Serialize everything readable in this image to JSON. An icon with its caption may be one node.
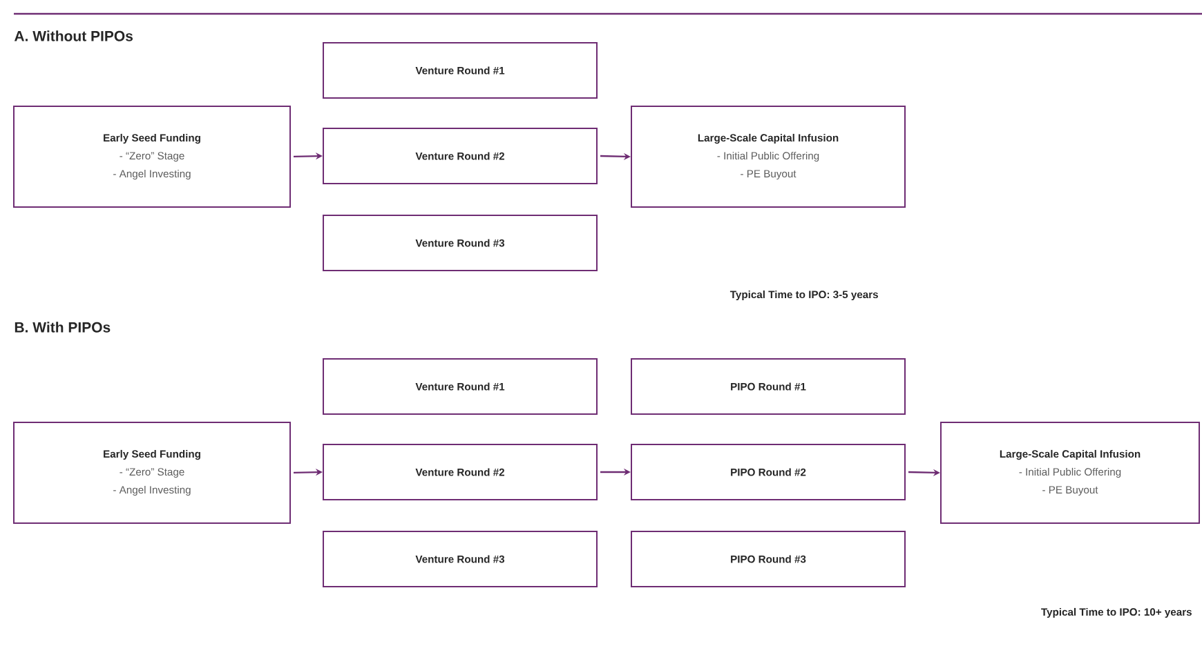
{
  "diagram": {
    "nodes": [
      {
        "text": [
          "Early Seed Funding",
          "- “Zero” Stage",
          "- Angel Investing"
        ]
      },
      {
        "text": [
          "Venture Round #1"
        ]
      },
      {
        "text": [
          "Venture Round #2"
        ]
      },
      {
        "text": [
          "Venture Round #3"
        ]
      },
      {
        "text": [
          "Large-Scale Capital Infusion",
          "- Initial Public Offering",
          "- PE Buyout"
        ]
      },
      {
        "text": [
          "Early Seed Funding",
          "- “Zero” Stage",
          "- Angel Investing"
        ]
      },
      {
        "text": [
          "Venture Round #1"
        ]
      },
      {
        "text": [
          "Venture Round #2"
        ]
      },
      {
        "text": [
          "Venture Round #3"
        ]
      },
      {
        "text": [
          "PIPO Round #1"
        ]
      },
      {
        "text": [
          "PIPO Round #2"
        ]
      },
      {
        "text": [
          "PIPO Round #3"
        ]
      },
      {
        "text": [
          "Large-Scale Capital Infusion",
          "- Initial Public Offering",
          "- PE Buyout"
        ]
      }
    ],
    "edges": [
      {
        "from": 0,
        "to": 2,
        "arrow": "to"
      },
      {
        "from": 2,
        "to": 4,
        "arrow": "to"
      },
      {
        "from": 5,
        "to": 7,
        "arrow": "to"
      },
      {
        "from": 7,
        "to": 10,
        "arrow": "to"
      },
      {
        "from": 10,
        "to": 12,
        "arrow": "to"
      }
    ],
    "labels": [
      "A. Without PIPOs",
      "Typical Time to IPO: 3-5 years",
      "B. With PIPOs",
      "Typical Time to IPO: 10+ years"
    ]
  }
}
